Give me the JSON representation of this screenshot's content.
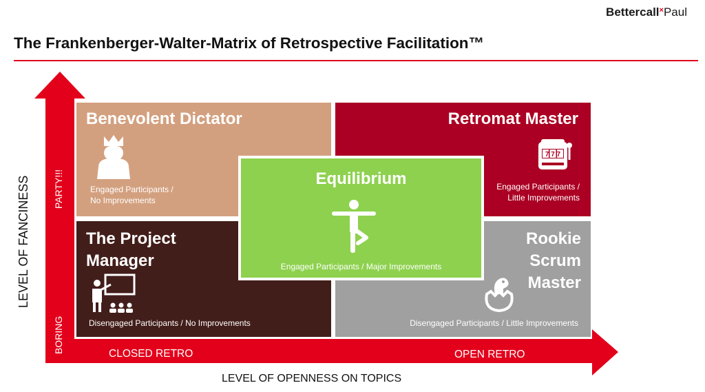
{
  "logo": {
    "part1": "Bettercall",
    "mark": "×",
    "part2": "Paul"
  },
  "title": "The Frankenberger-Walter-Matrix of Retrospective Facilitation™",
  "axes": {
    "y_label": "LEVEL OF FANCINESS",
    "y_high": "PARTY!!!",
    "y_low": "BORING",
    "x_label": "LEVEL OF OPENNESS ON TOPICS",
    "x_low": "CLOSED RETRO",
    "x_high": "OPEN RETRO"
  },
  "colors": {
    "axis_red": "#e3001b",
    "benevolent": "#d3a07f",
    "retromat": "#ab0023",
    "project_manager": "#421e1a",
    "rookie": "#a0a0a0",
    "equilibrium": "#8ed14e"
  },
  "quadrants": {
    "benevolent": {
      "title": "Benevolent Dictator",
      "sub1": "Engaged Participants /",
      "sub2": "No Improvements",
      "icon": "queen-icon"
    },
    "retromat": {
      "title": "Retromat Master",
      "sub1": "Engaged Participants /",
      "sub2": "Little Improvements",
      "icon": "slot-machine-icon",
      "slot_digits": "7 7 7"
    },
    "project_manager": {
      "title1": "The Project",
      "title2": "Manager",
      "sub": "Disengaged Participants / No Improvements",
      "icon": "presenter-icon"
    },
    "rookie": {
      "title1": "Rookie",
      "title2": "Scrum",
      "title3": "Master",
      "sub": "Disengaged Participants / Little Improvements",
      "icon": "hatching-dino-icon"
    },
    "equilibrium": {
      "title": "Equilibrium",
      "sub": "Engaged Participants / Major Improvements",
      "icon": "yoga-pose-icon"
    }
  }
}
